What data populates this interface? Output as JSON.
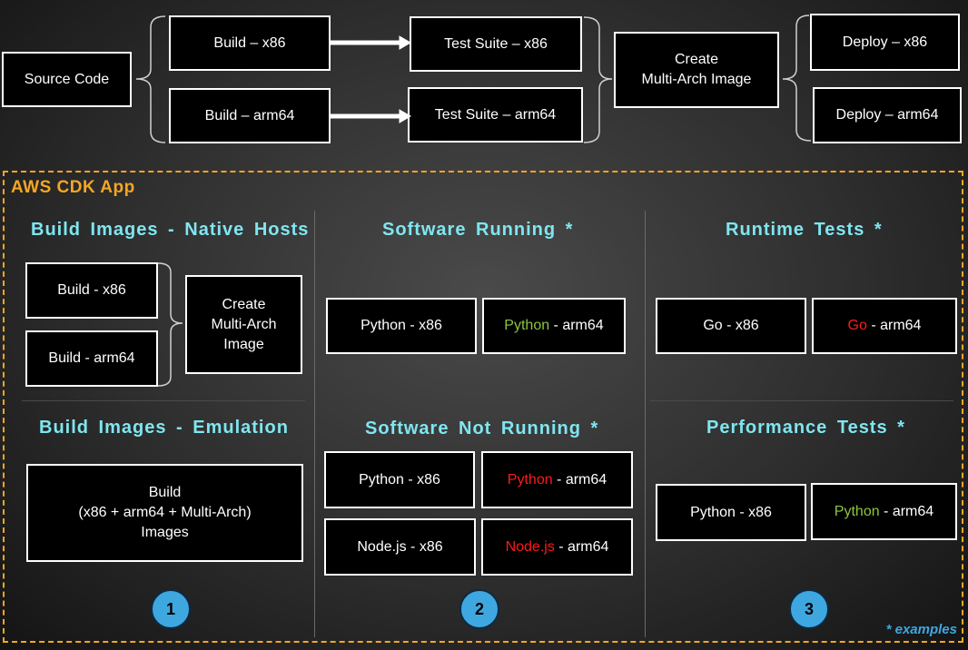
{
  "pipeline": {
    "source": "Source Code",
    "build_x86": "Build – x86",
    "build_arm64": "Build – arm64",
    "test_x86": "Test Suite – x86",
    "test_arm64": "Test Suite – arm64",
    "create_multiarch": "Create\nMulti-Arch Image",
    "deploy_x86": "Deploy – x86",
    "deploy_arm64": "Deploy – arm64"
  },
  "cdk": {
    "title": "AWS CDK App",
    "footnote": "* examples",
    "col1": {
      "native_heading": "Build Images - Native Hosts",
      "build_x86": "Build - x86",
      "build_arm64": "Build - arm64",
      "create": "Create\nMulti-Arch\nImage",
      "emulation_heading": "Build Images - Emulation",
      "emulation_box": "Build\n(x86 + arm64 + Multi-Arch)\nImages",
      "number": "1"
    },
    "col2": {
      "running_heading": "Software Running *",
      "running_x86_lang": "Python",
      "running_x86_suffix": " - x86",
      "running_arm_lang": "Python",
      "running_arm_suffix": " - arm64",
      "not_running_heading": "Software Not Running *",
      "nr_python_x86_lang": "Python",
      "nr_python_x86_suffix": " - x86",
      "nr_python_arm_lang": "Python",
      "nr_python_arm_suffix": " - arm64",
      "nr_node_x86_lang": "Node.js",
      "nr_node_x86_suffix": " - x86",
      "nr_node_arm_lang": "Node.js",
      "nr_node_arm_suffix": " - arm64",
      "number": "2"
    },
    "col3": {
      "runtime_heading": "Runtime Tests *",
      "go_x86_lang": "Go",
      "go_x86_suffix": " - x86",
      "go_arm_lang": "Go",
      "go_arm_suffix": " - arm64",
      "perf_heading": "Performance Tests *",
      "perf_x86_lang": "Python",
      "perf_x86_suffix": " - x86",
      "perf_arm_lang": "Python",
      "perf_arm_suffix": " - arm64",
      "number": "3"
    }
  },
  "colors": {
    "heading": "#7fe6f0",
    "cdk_accent": "#f5a623",
    "ok": "#8dc63f",
    "fail": "#ff1a1a",
    "circle": "#3fa7e0"
  }
}
